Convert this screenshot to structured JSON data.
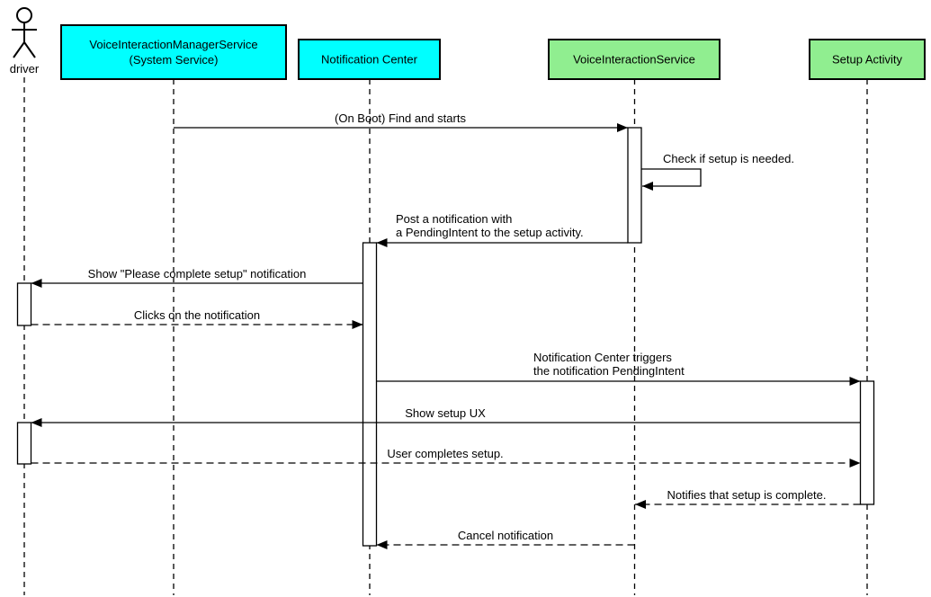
{
  "diagram": {
    "type": "uml-sequence-diagram",
    "colors": {
      "cyan_participant": "#00FFFF",
      "green_participant": "#90EE90",
      "line": "#000000",
      "background": "#FFFFFF"
    },
    "participants": [
      {
        "id": "driver",
        "kind": "actor",
        "label": "driver"
      },
      {
        "id": "voice-interaction-manager-service",
        "kind": "box",
        "color": "#00FFFF",
        "line1": "VoiceInteractionManagerService",
        "line2": "(System Service)"
      },
      {
        "id": "notification-center",
        "kind": "box",
        "color": "#00FFFF",
        "line1": "Notification Center"
      },
      {
        "id": "voice-interaction-service",
        "kind": "box",
        "color": "#90EE90",
        "line1": "VoiceInteractionService"
      },
      {
        "id": "setup-activity",
        "kind": "box",
        "color": "#90EE90",
        "line1": "Setup Activity"
      }
    ],
    "messages": [
      {
        "from": "voice-interaction-manager-service",
        "to": "voice-interaction-service",
        "style": "solid",
        "line1": "(On Boot) Find and starts"
      },
      {
        "from": "voice-interaction-service",
        "to": "voice-interaction-service",
        "style": "solid",
        "line1": "Check if setup is needed."
      },
      {
        "from": "voice-interaction-service",
        "to": "notification-center",
        "style": "solid",
        "line1": "Post a notification with",
        "line2": "a PendingIntent to the setup activity."
      },
      {
        "from": "notification-center",
        "to": "driver",
        "style": "solid",
        "line1": "Show \"Please complete setup\" notification"
      },
      {
        "from": "driver",
        "to": "notification-center",
        "style": "dashed",
        "line1": "Clicks on the notification"
      },
      {
        "from": "notification-center",
        "to": "setup-activity",
        "style": "solid",
        "line1": "Notification Center triggers",
        "line2": "the notification PendingIntent"
      },
      {
        "from": "setup-activity",
        "to": "driver",
        "style": "solid",
        "line1": "Show setup UX"
      },
      {
        "from": "driver",
        "to": "setup-activity",
        "style": "dashed",
        "line1": "User completes setup."
      },
      {
        "from": "setup-activity",
        "to": "voice-interaction-service",
        "style": "dashed",
        "line1": "Notifies that setup is complete."
      },
      {
        "from": "voice-interaction-service",
        "to": "notification-center",
        "style": "dashed",
        "line1": "Cancel notification"
      }
    ]
  }
}
